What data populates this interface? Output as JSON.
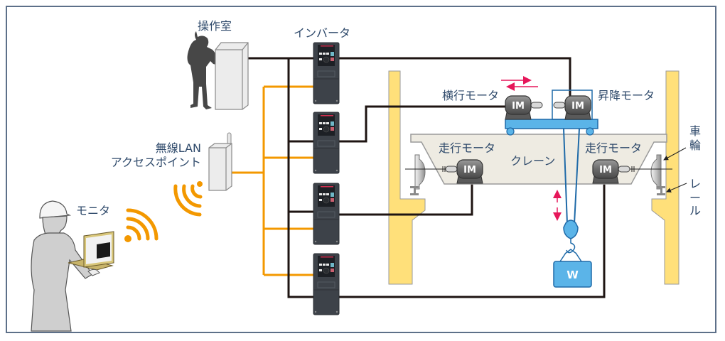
{
  "labels": {
    "control_room": "操作室",
    "inverter": "インバータ",
    "wireless_lan_line1": "無線LAN",
    "wireless_lan_line2": "アクセスポイント",
    "monitor": "モニタ",
    "traverse_motor": "横行モータ",
    "hoist_motor": "昇降モータ",
    "travel_motor_left": "走行モータ",
    "travel_motor_right": "走行モータ",
    "crane": "クレーン",
    "wheel_line1": "車",
    "wheel_line2": "輪",
    "rail_line1": "レ",
    "rail_line2": "ー",
    "rail_line3": "ル",
    "load": "W",
    "motor_label": "IM"
  },
  "colors": {
    "frame": "#5d7089",
    "text": "#2f4a6b",
    "signal_wire": "#1e1412",
    "network_wire": "#f39800",
    "wifi": "#f39800",
    "inverter_body": "#3d4249",
    "crane_girder": "#eeebe2",
    "trolley": "#5bb4e8",
    "load": "#5bb4e8",
    "pillar": "#ffe07a",
    "arrow": "#e6175a"
  },
  "inverters": [
    {
      "id": 1,
      "connects_to": "hoist_motor"
    },
    {
      "id": 2,
      "connects_to": "traverse_motor"
    },
    {
      "id": 3,
      "connects_to": "travel_motor_left"
    },
    {
      "id": 4,
      "connects_to": "travel_motor_right"
    }
  ]
}
